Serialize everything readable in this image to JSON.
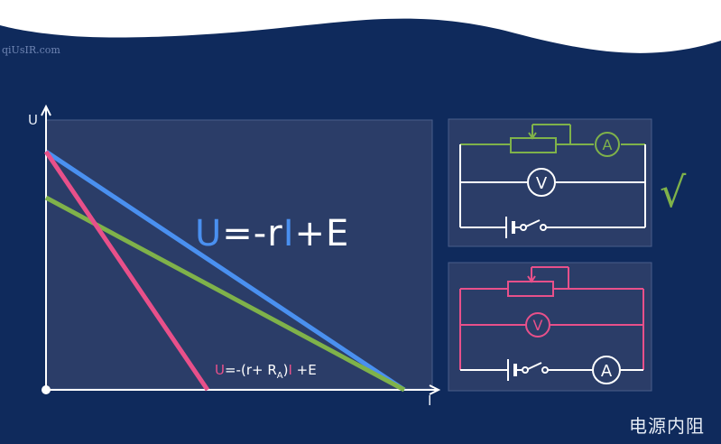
{
  "watermark": "qiUsIR.com",
  "graph": {
    "y_axis_label": "U",
    "x_axis_label": "I",
    "equation_main": {
      "u": "U",
      "mid": "=-r",
      "i": "I",
      "end": "+E"
    },
    "equation_small": {
      "u": "U",
      "mid": "=-(r+ R",
      "sub": "A",
      "close": ")",
      "i": "I",
      "end": " +E"
    }
  },
  "lines": [
    {
      "name": "blue",
      "color": "#4a90f0"
    },
    {
      "name": "green",
      "color": "#7fb24a"
    },
    {
      "name": "pink",
      "color": "#e8508a"
    }
  ],
  "circuit_top": {
    "ammeter_symbol": "A",
    "voltmeter_symbol": "V",
    "wire_color": "#7fb24a"
  },
  "circuit_bottom": {
    "ammeter_symbol": "A",
    "voltmeter_symbol": "V",
    "wire_color": "#e8508a"
  },
  "check_mark": "√",
  "corner_title": "电源内阻"
}
